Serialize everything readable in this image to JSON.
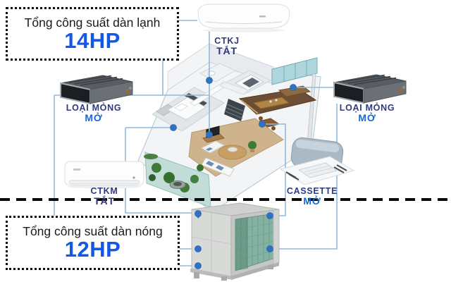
{
  "summary_boxes": {
    "indoor": {
      "label": "Tổng công suất dàn lạnh",
      "value": "14HP"
    },
    "outdoor": {
      "label": "Tổng công suất dàn nóng",
      "value": "12HP"
    }
  },
  "units": {
    "ctkj": {
      "name": "CTKJ",
      "state": "TẮT"
    },
    "duct_left": {
      "name": "LOẠI MỎNG",
      "state": "MỞ"
    },
    "duct_right": {
      "name": "LOẠI MỎNG",
      "state": "MỞ"
    },
    "ctkm": {
      "name": "CTKM",
      "state": "TẮT"
    },
    "cassette": {
      "name": "CASSETTE",
      "state": "MỞ"
    }
  },
  "colors": {
    "capacity_value_blue": "#1257e5",
    "state_on_blue": "#1668d6",
    "state_off_navy": "#2e3678",
    "connector_line": "#92b9dc",
    "pipe_node_dot": "#2f72c4",
    "separator_dash": "#0a0a0a"
  }
}
